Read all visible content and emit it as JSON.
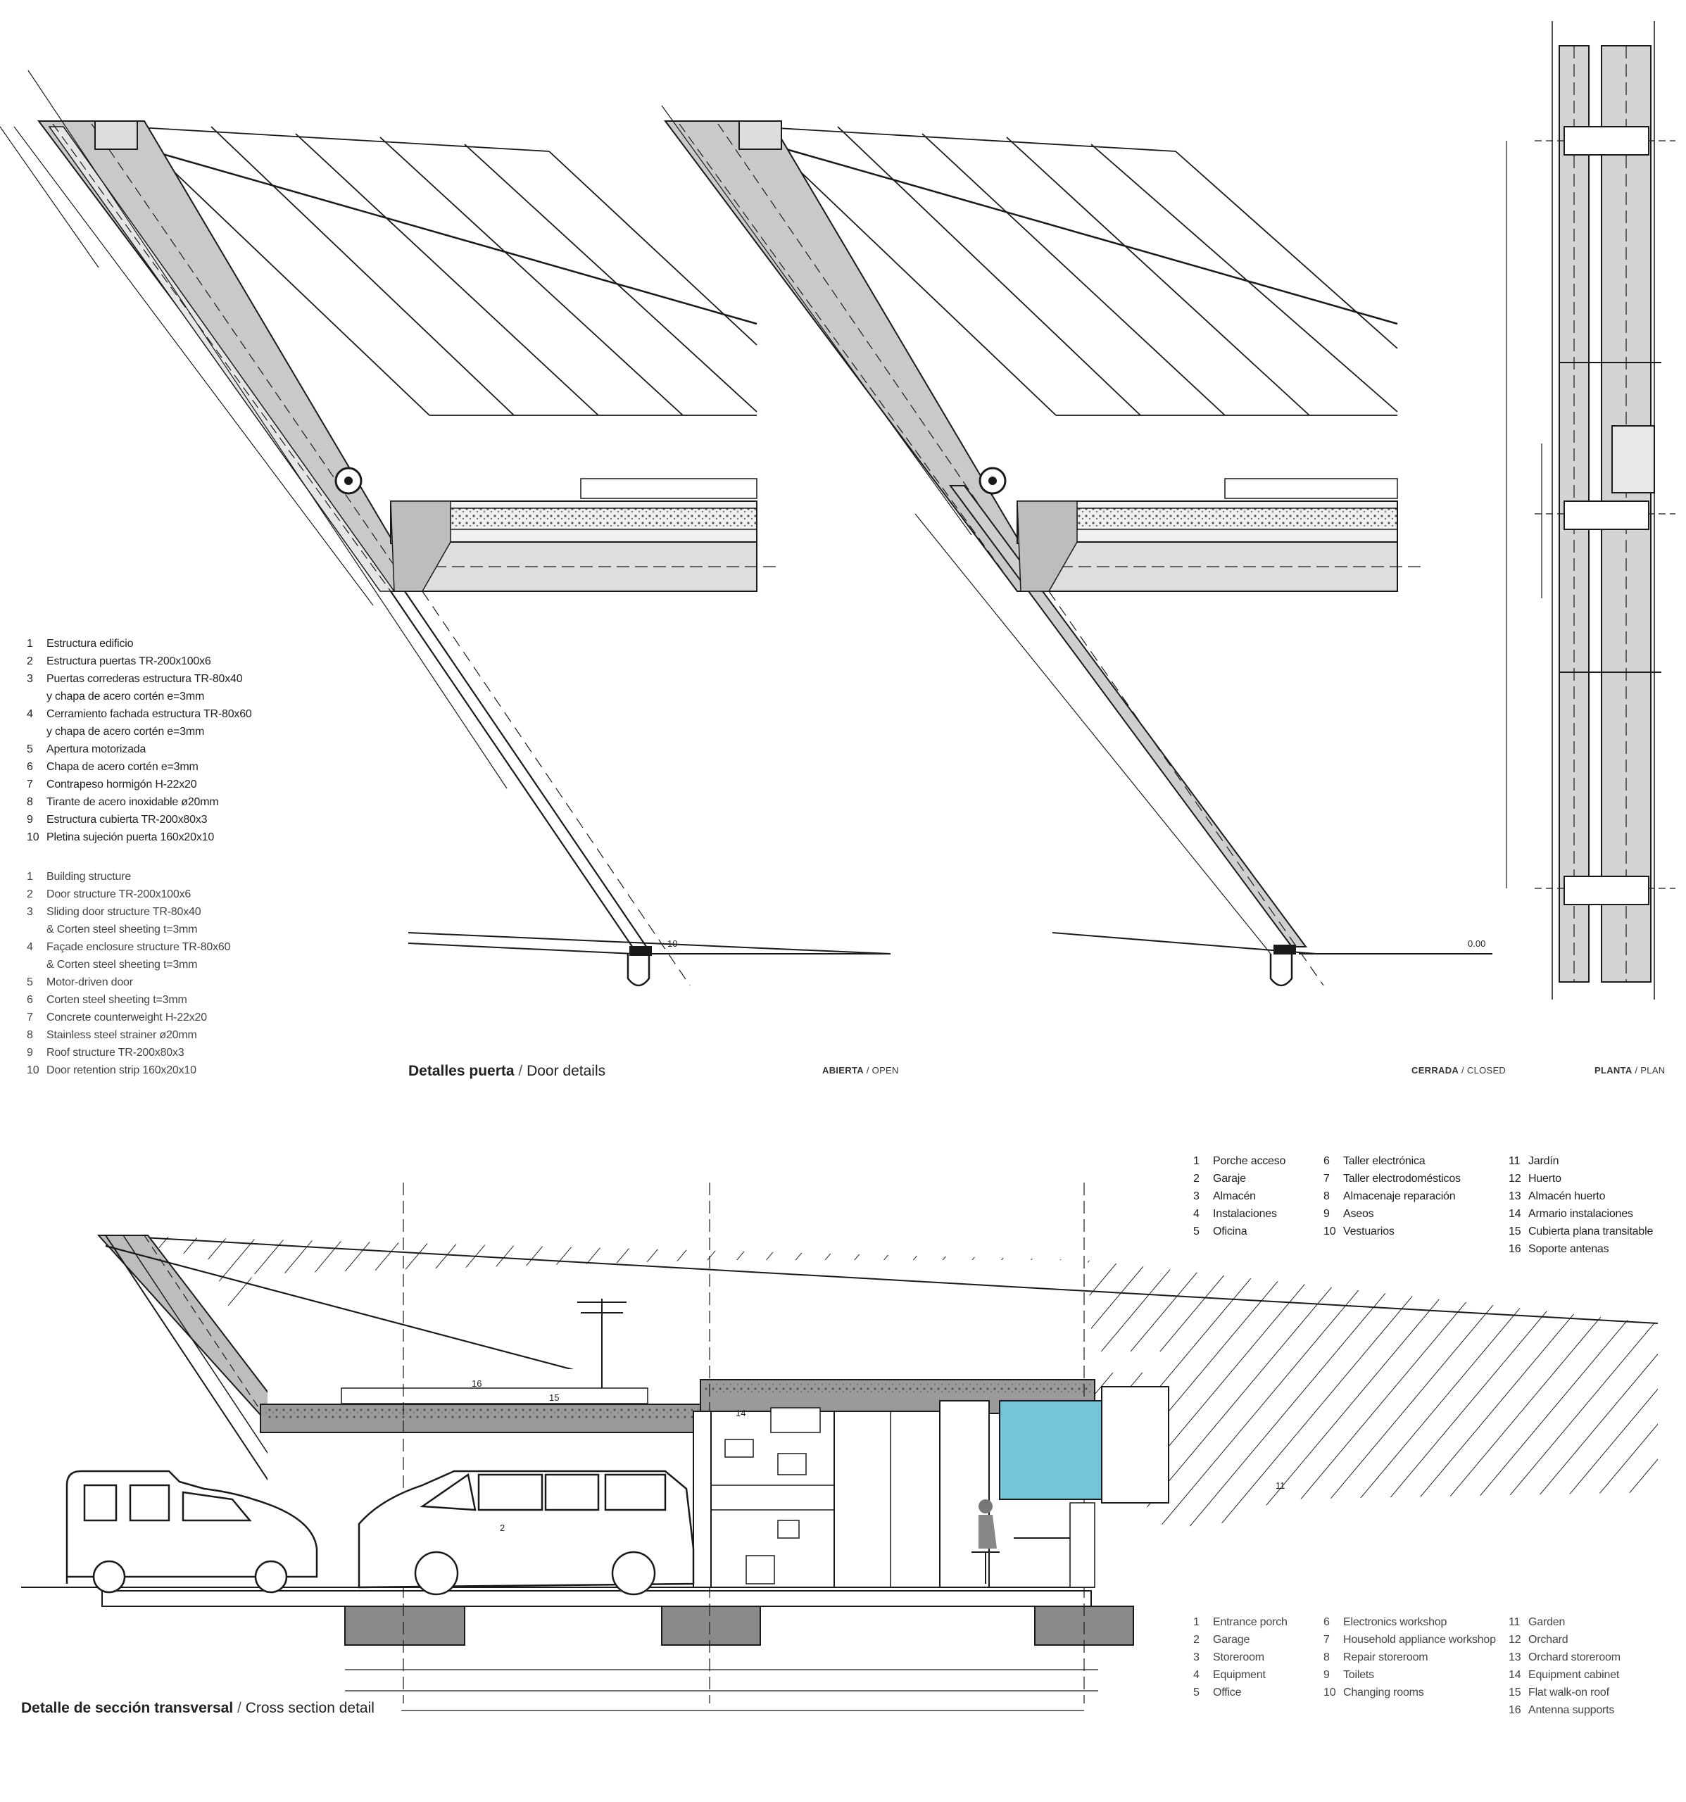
{
  "door_legend_es": [
    {
      "n": "1",
      "text": "Estructura edificio"
    },
    {
      "n": "2",
      "text": "Estructura puertas TR-200x100x6"
    },
    {
      "n": "3",
      "text": "Puertas correderas estructura TR-80x40",
      "cont": "y chapa de acero cortén e=3mm"
    },
    {
      "n": "4",
      "text": "Cerramiento fachada estructura TR-80x60",
      "cont": "y chapa de acero cortén e=3mm"
    },
    {
      "n": "5",
      "text": "Apertura motorizada"
    },
    {
      "n": "6",
      "text": "Chapa de acero cortén e=3mm"
    },
    {
      "n": "7",
      "text": "Contrapeso hormigón H-22x20"
    },
    {
      "n": "8",
      "text": "Tirante de acero inoxidable ø20mm"
    },
    {
      "n": "9",
      "text": "Estructura cubierta TR-200x80x3"
    },
    {
      "n": "10",
      "text": "Pletina sujeción puerta 160x20x10"
    }
  ],
  "door_legend_en": [
    {
      "n": "1",
      "text": "Building structure"
    },
    {
      "n": "2",
      "text": "Door structure TR-200x100x6"
    },
    {
      "n": "3",
      "text": "Sliding door structure TR-80x40",
      "cont": "& Corten steel sheeting t=3mm"
    },
    {
      "n": "4",
      "text": "Façade enclosure structure TR-80x60",
      "cont": "& Corten steel sheeting t=3mm"
    },
    {
      "n": "5",
      "text": "Motor-driven door"
    },
    {
      "n": "6",
      "text": "Corten steel sheeting t=3mm"
    },
    {
      "n": "7",
      "text": "Concrete counterweight H-22x20"
    },
    {
      "n": "8",
      "text": "Stainless steel strainer ø20mm"
    },
    {
      "n": "9",
      "text": "Roof structure TR-200x80x3"
    },
    {
      "n": "10",
      "text": "Door retention strip 160x20x10"
    }
  ],
  "door_caption": {
    "es": "Detalles puerta",
    "sep": " / ",
    "en": "Door details"
  },
  "view_tags": {
    "open": {
      "es": "ABIERTA",
      "en": "OPEN"
    },
    "closed": {
      "es": "CERRADA",
      "en": "CLOSED"
    },
    "plan": {
      "es": "PLANTA",
      "en": "PLAN"
    }
  },
  "section_legend_es": [
    [
      {
        "n": "1",
        "text": "Porche acceso"
      },
      {
        "n": "2",
        "text": "Garaje"
      },
      {
        "n": "3",
        "text": "Almacén"
      },
      {
        "n": "4",
        "text": "Instalaciones"
      },
      {
        "n": "5",
        "text": "Oficina"
      }
    ],
    [
      {
        "n": "6",
        "text": "Taller electrónica"
      },
      {
        "n": "7",
        "text": "Taller electrodomésticos"
      },
      {
        "n": "8",
        "text": "Almacenaje reparación"
      },
      {
        "n": "9",
        "text": "Aseos"
      },
      {
        "n": "10",
        "text": "Vestuarios"
      }
    ],
    [
      {
        "n": "11",
        "text": "Jardín"
      },
      {
        "n": "12",
        "text": "Huerto"
      },
      {
        "n": "13",
        "text": "Almacén huerto"
      },
      {
        "n": "14",
        "text": "Armario instalaciones"
      },
      {
        "n": "15",
        "text": "Cubierta plana transitable"
      },
      {
        "n": "16",
        "text": "Soporte antenas"
      }
    ]
  ],
  "section_legend_en": [
    [
      {
        "n": "1",
        "text": "Entrance porch"
      },
      {
        "n": "2",
        "text": "Garage"
      },
      {
        "n": "3",
        "text": "Storeroom"
      },
      {
        "n": "4",
        "text": "Equipment"
      },
      {
        "n": "5",
        "text": "Office"
      }
    ],
    [
      {
        "n": "6",
        "text": "Electronics workshop"
      },
      {
        "n": "7",
        "text": "Household appliance workshop"
      },
      {
        "n": "8",
        "text": "Repair storeroom"
      },
      {
        "n": "9",
        "text": "Toilets"
      },
      {
        "n": "10",
        "text": "Changing rooms"
      }
    ],
    [
      {
        "n": "11",
        "text": "Garden"
      },
      {
        "n": "12",
        "text": "Orchard"
      },
      {
        "n": "13",
        "text": "Orchard storeroom"
      },
      {
        "n": "14",
        "text": "Equipment cabinet"
      },
      {
        "n": "15",
        "text": "Flat walk-on roof"
      },
      {
        "n": "16",
        "text": "Antenna supports"
      }
    ]
  ],
  "section_caption": {
    "es": "Detalle de sección transversal",
    "sep": " / ",
    "en": "Cross section detail"
  },
  "drawing_marks": {
    "ref_10": "10",
    "level_0": "0.00",
    "room_14": "14",
    "room_15": "15",
    "room_16": "16",
    "room_2": "2",
    "room_11": "11"
  },
  "colors": {
    "accent_blue": "#74c6d6",
    "steel_gray": "#c9c9c9",
    "line": "#1a1a1a",
    "footing": "#8a8a8a"
  }
}
